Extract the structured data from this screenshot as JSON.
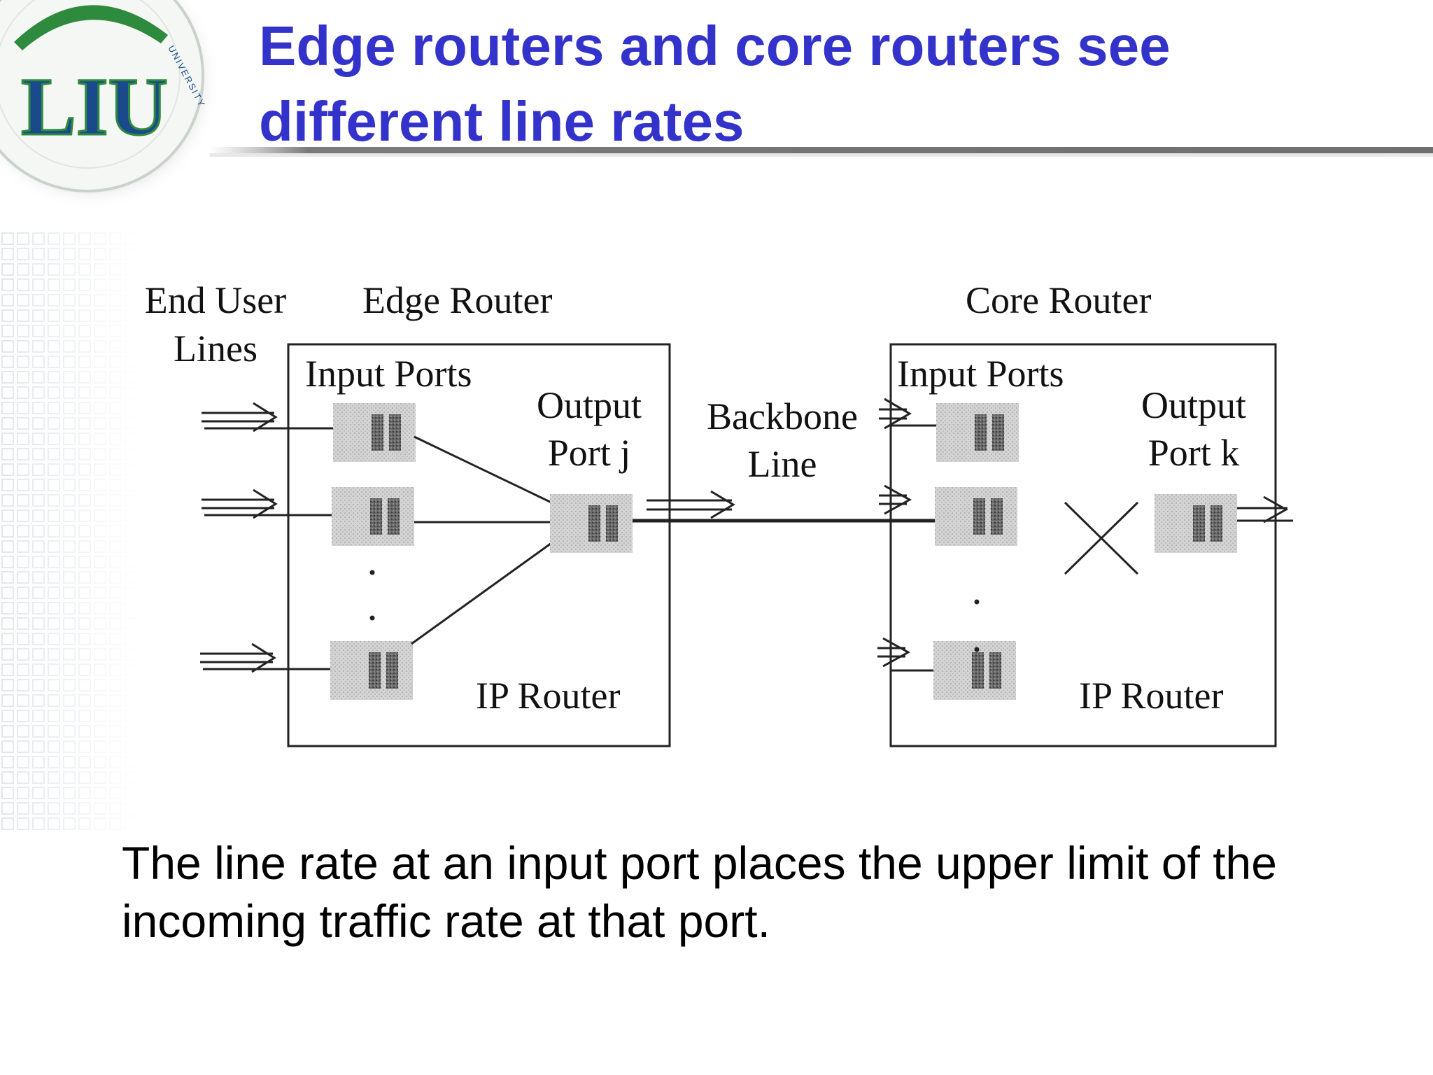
{
  "slide": {
    "title_line1": "Edge routers and core routers see",
    "title_line2": "different line rates",
    "caption": "The line rate at an input port places the upper limit of the incoming traffic rate at that port."
  },
  "logo": {
    "text": "LIU",
    "ring_text": "UNIVERSITY"
  },
  "diagram": {
    "end_user_lines_line1": "End User",
    "end_user_lines_line2": "Lines",
    "edge_router_title": "Edge Router",
    "core_router_title": "Core Router",
    "edge_input_ports": "Input Ports",
    "core_input_ports": "Input Ports",
    "edge_output_line1": "Output",
    "edge_output_line2": "Port j",
    "core_output_line1": "Output",
    "core_output_line2": "Port k",
    "backbone_line1": "Backbone",
    "backbone_line2": "Line",
    "edge_box_label": "IP Router",
    "core_box_label": "IP Router"
  },
  "colors": {
    "title": "#3333cc",
    "port_fill": "#cfcfcf",
    "logo_blue": "#1a4a8c",
    "logo_green": "#2e8b3d"
  }
}
